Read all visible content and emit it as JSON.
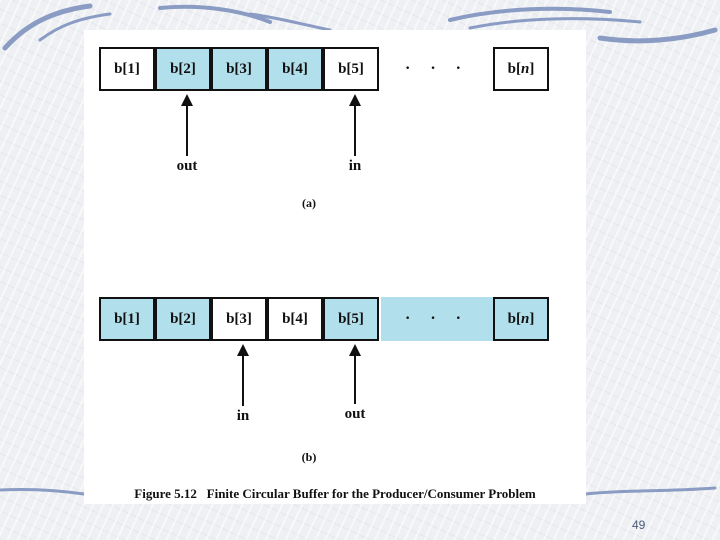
{
  "diagram_a": {
    "sublabel": "(a)",
    "cells": [
      {
        "label": "b[1]",
        "filled": false
      },
      {
        "label": "b[2]",
        "filled": true
      },
      {
        "label": "b[3]",
        "filled": true
      },
      {
        "label": "b[4]",
        "filled": true
      },
      {
        "label": "b[5]",
        "filled": false
      }
    ],
    "gap": {
      "label": "· · ·",
      "filled": false
    },
    "last_cell": {
      "label": "b[n]",
      "filled": false
    },
    "pointers": [
      {
        "label": "out",
        "cell_index": 1
      },
      {
        "label": "in",
        "cell_index": 4
      }
    ]
  },
  "diagram_b": {
    "sublabel": "(b)",
    "cells": [
      {
        "label": "b[1]",
        "filled": true
      },
      {
        "label": "b[2]",
        "filled": true
      },
      {
        "label": "b[3]",
        "filled": false
      },
      {
        "label": "b[4]",
        "filled": false
      },
      {
        "label": "b[5]",
        "filled": true
      }
    ],
    "gap": {
      "label": "· · ·",
      "filled": true
    },
    "last_cell": {
      "label": "b[n]",
      "filled": true
    },
    "pointers": [
      {
        "label": "in",
        "cell_index": 2
      },
      {
        "label": "out",
        "cell_index": 4
      }
    ]
  },
  "caption": "Figure 5.12   Finite Circular Buffer for the Producer/Consumer Problem",
  "page_number": "49",
  "colors": {
    "filled_cell": "#b2dfec",
    "border": "#111111",
    "swoosh": "#8a9bc4"
  }
}
